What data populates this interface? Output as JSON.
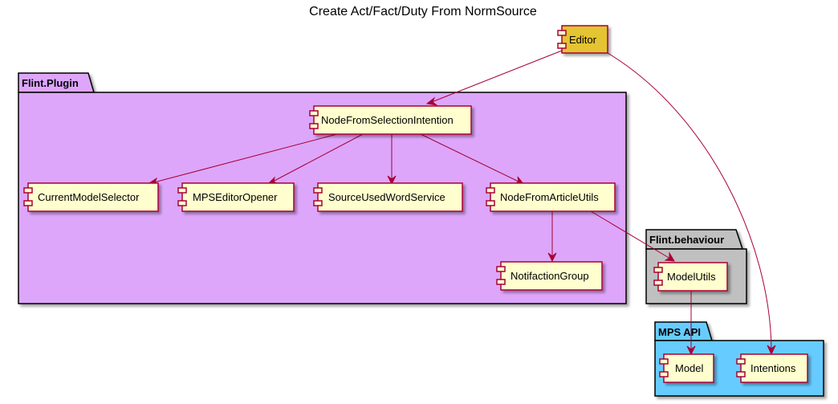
{
  "title": "Create Act/Fact/Duty From NormSource",
  "colors": {
    "component_fill": "#FEFECE",
    "component_border": "#A80036",
    "editor_fill": "#E3C430",
    "edge": "#A80036",
    "pkg_plugin": "#DDA6FB",
    "pkg_behaviour": "#C0C0C0",
    "pkg_mps": "#66CCFF"
  },
  "packages": {
    "plugin": {
      "label": "Flint.Plugin"
    },
    "behaviour": {
      "label": "Flint.behaviour"
    },
    "mps": {
      "label": "MPS API"
    }
  },
  "components": {
    "editor": {
      "label": "Editor"
    },
    "node_from_selection": {
      "label": "NodeFromSelectionIntention"
    },
    "current_model_selector": {
      "label": "CurrentModelSelector"
    },
    "mps_editor_opener": {
      "label": "MPSEditorOpener"
    },
    "source_used_word_service": {
      "label": "SourceUsedWordService"
    },
    "node_from_article_utils": {
      "label": "NodeFromArticleUtils"
    },
    "notifaction_group": {
      "label": "NotifactionGroup"
    },
    "model_utils": {
      "label": "ModelUtils"
    },
    "model": {
      "label": "Model"
    },
    "intentions": {
      "label": "Intentions"
    }
  },
  "edges": [
    {
      "from": "Editor",
      "to": "NodeFromSelectionIntention"
    },
    {
      "from": "Editor",
      "to": "Intentions"
    },
    {
      "from": "NodeFromSelectionIntention",
      "to": "CurrentModelSelector"
    },
    {
      "from": "NodeFromSelectionIntention",
      "to": "MPSEditorOpener"
    },
    {
      "from": "NodeFromSelectionIntention",
      "to": "SourceUsedWordService"
    },
    {
      "from": "NodeFromSelectionIntention",
      "to": "NodeFromArticleUtils"
    },
    {
      "from": "NodeFromArticleUtils",
      "to": "NotifactionGroup"
    },
    {
      "from": "NodeFromArticleUtils",
      "to": "ModelUtils"
    },
    {
      "from": "ModelUtils",
      "to": "Model"
    }
  ]
}
